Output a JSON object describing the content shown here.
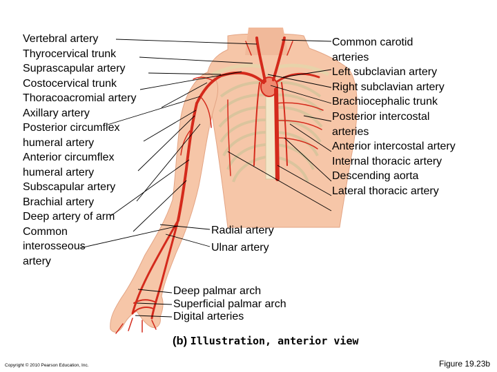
{
  "labels_left": [
    "Vertebral artery",
    "Thyrocervical trunk",
    "Suprascapular artery",
    "Costocervical trunk",
    "Thoracoacromial artery",
    "Axillary artery",
    "Posterior circumflex humeral artery",
    "Anterior circumflex humeral artery",
    "Subscapular artery",
    "Brachial artery",
    "Deep artery of arm",
    "Common interosseous artery"
  ],
  "labels_right": [
    "Common carotid arteries",
    "Left subclavian artery",
    "Right subclavian artery",
    "Brachiocephalic trunk",
    "Posterior intercostal arteries",
    "Anterior intercostal artery",
    "Internal thoracic artery",
    "Descending aorta",
    "Lateral thoracic artery"
  ],
  "labels_middle_forearm": [
    "Radial artery",
    "Ulnar artery"
  ],
  "labels_middle_hand": [
    "Deep palmar arch",
    "Superficial palmar arch",
    "Digital arteries"
  ],
  "caption": {
    "prefix": "(b)",
    "text": "Illustration, anterior view"
  },
  "copyright": "Copyright © 2010 Pearson Education, Inc.",
  "figure": "Figure 19.23b",
  "colors": {
    "skin": "#f6c6a8",
    "skin_dark": "#eaa886",
    "artery": "#d42a1c",
    "bone": "#f3e6c8",
    "leader": "#000000"
  }
}
